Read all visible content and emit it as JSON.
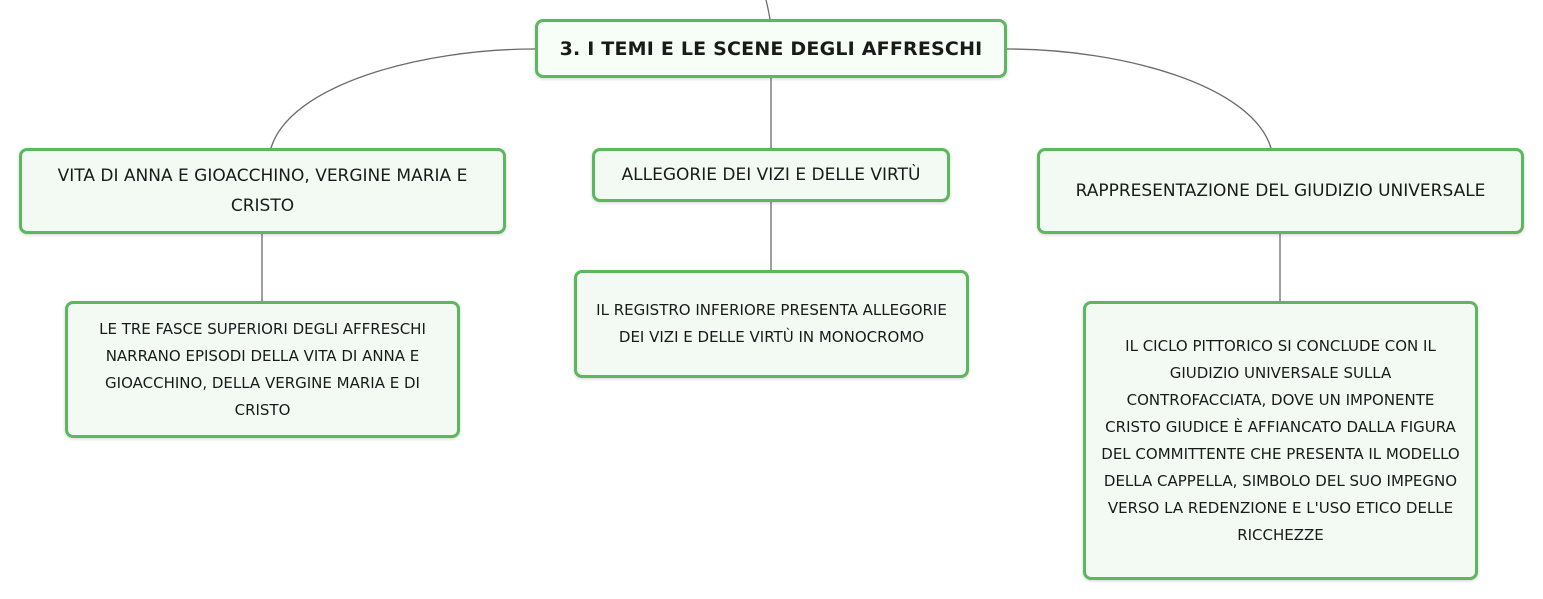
{
  "colors": {
    "node_border": "#5cb85c",
    "node_fill": "#f3faf4",
    "connector": "#6b6b6b",
    "text": "#1a1a1a"
  },
  "mindmap": {
    "root": {
      "label": "3. I TEMI E LE SCENE DEGLI AFFRESCHI"
    },
    "branches": [
      {
        "label": "VITA DI ANNA E GIOACCHINO, VERGINE MARIA E CRISTO",
        "detail": "LE TRE FASCE SUPERIORI DEGLI AFFRESCHI NARRANO EPISODI DELLA VITA DI ANNA E GIOACCHINO, DELLA VERGINE MARIA E DI CRISTO"
      },
      {
        "label": "ALLEGORIE DEI VIZI E DELLE VIRTÙ",
        "detail": "IL REGISTRO INFERIORE PRESENTA ALLEGORIE DEI VIZI E DELLE VIRTÙ IN MONOCROMO"
      },
      {
        "label": "RAPPRESENTAZIONE DEL GIUDIZIO UNIVERSALE",
        "detail": "IL CICLO PITTORICO SI CONCLUDE CON IL GIUDIZIO UNIVERSALE SULLA CONTROFACCIATA, DOVE UN IMPONENTE CRISTO GIUDICE È AFFIANCATO DALLA FIGURA DEL COMMITTENTE CHE PRESENTA IL MODELLO DELLA CAPPELLA, SIMBOLO DEL SUO IMPEGNO VERSO LA REDENZIONE E L'USO ETICO DELLE RICCHEZZE"
      }
    ]
  }
}
